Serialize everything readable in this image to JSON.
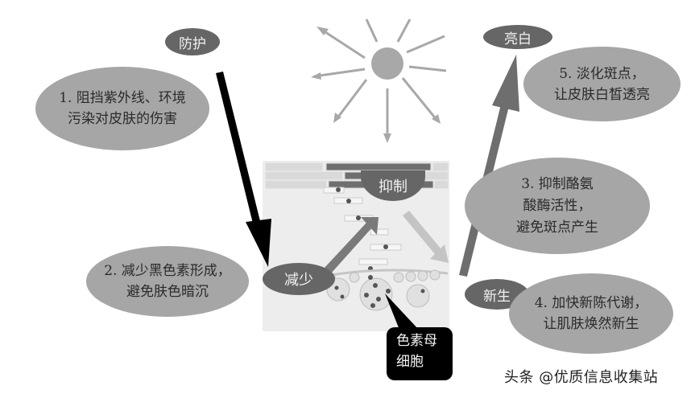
{
  "labels": {
    "protect": "防护",
    "brighten": "亮白",
    "reduce": "减少",
    "inhibit": "抑制",
    "renew": "新生"
  },
  "bubbles": [
    {
      "id": 1,
      "lines": [
        "1. 阻挡紫外线、环境",
        "污染对皮肤的伤害"
      ]
    },
    {
      "id": 2,
      "lines": [
        "2. 减少黑色素形成，",
        "避免肤色暗沉"
      ]
    },
    {
      "id": 3,
      "lines": [
        "3. 抑制酪氨",
        "酸酶活性，",
        "避免斑点产生"
      ]
    },
    {
      "id": 4,
      "lines": [
        "4. 加快新陈代谢，",
        "让肌肤焕然新生"
      ]
    },
    {
      "id": 5,
      "lines": [
        "5. 淡化斑点，",
        "让皮肤白皙透亮"
      ]
    }
  ],
  "callout": {
    "lines": [
      "色素母",
      "细胞"
    ]
  },
  "icons": {
    "sun": "sun-icon",
    "skin": "skin-layer-illustration"
  },
  "colors": {
    "pill": "#666666",
    "bubble": "#a6a6a6",
    "arrow_dark": "#000000",
    "arrow_gray": "#6e6e6e",
    "sun": "#a8a8a8"
  },
  "watermark": "头条 @优质信息收集站"
}
